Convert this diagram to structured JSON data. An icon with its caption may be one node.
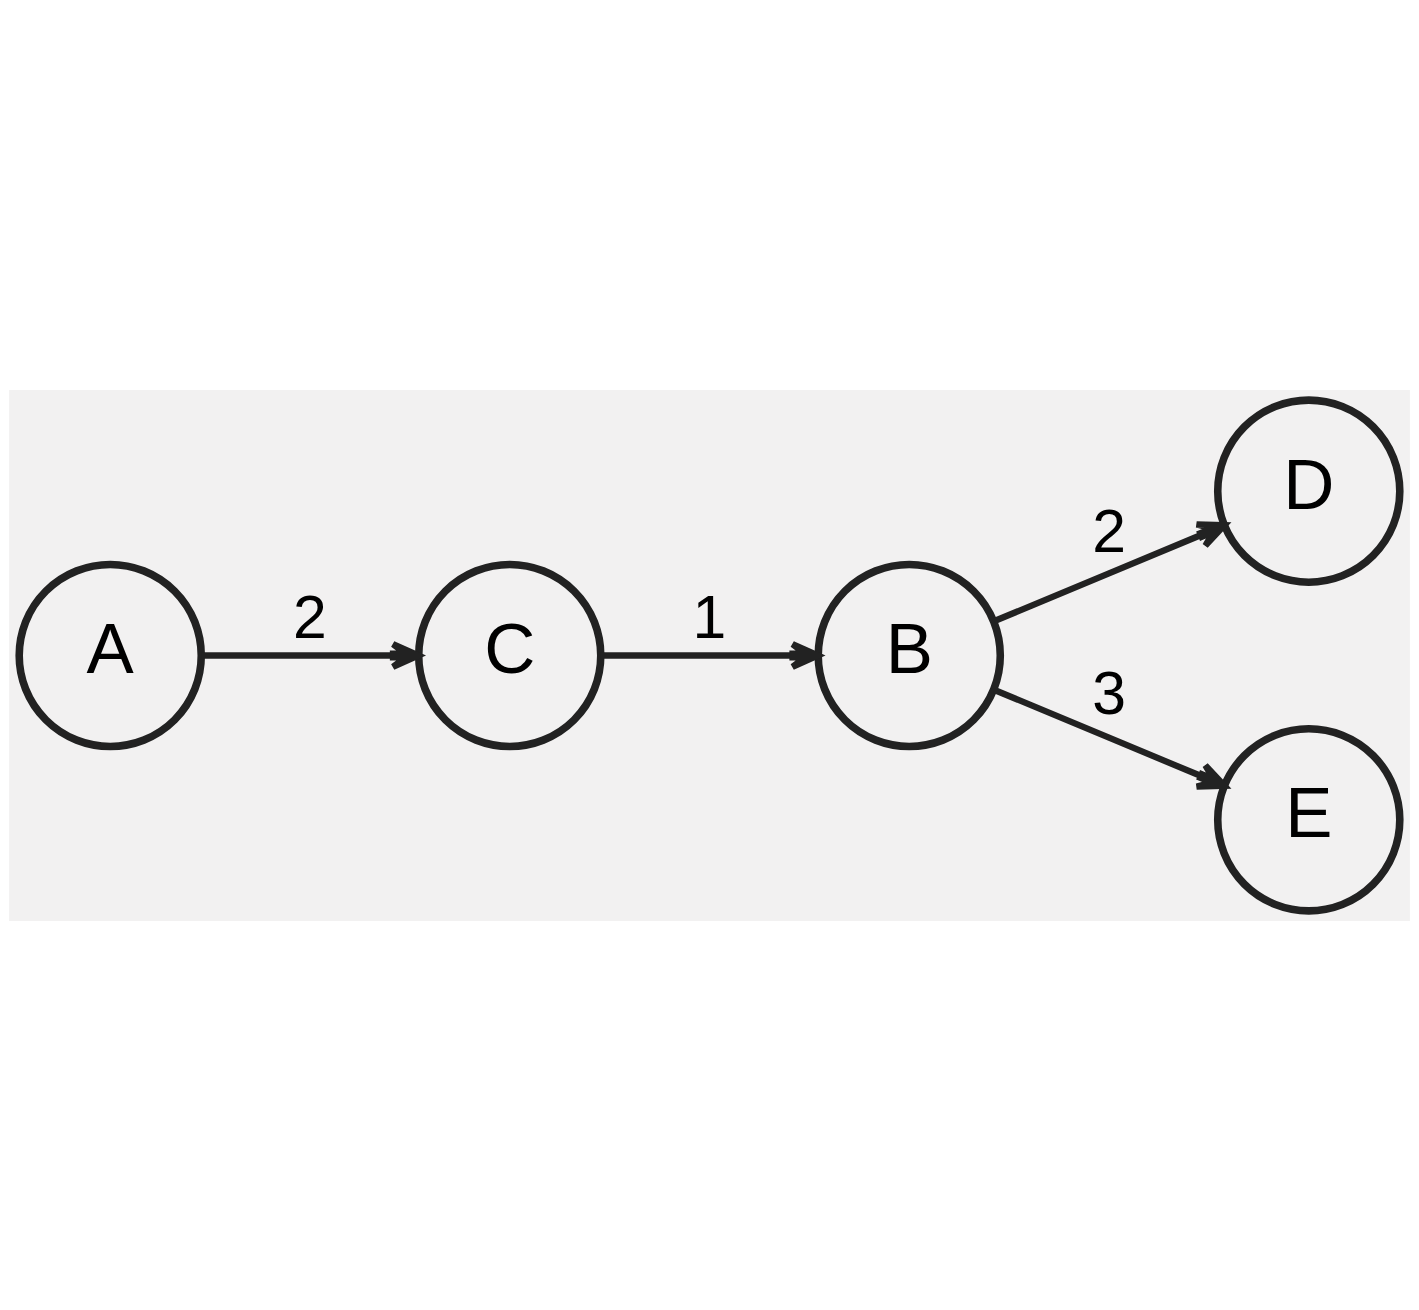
{
  "diagram": {
    "nodes": [
      {
        "text": [
          "B"
        ]
      },
      {
        "text": [
          "D"
        ]
      },
      {
        "text": [
          "A"
        ]
      },
      {
        "text": [
          "C"
        ]
      },
      {
        "text": [
          "E"
        ]
      }
    ],
    "edges": [
      {
        "from": 0,
        "to": 1,
        "arrow": "to",
        "label": "2"
      },
      {
        "from": 3,
        "to": 0,
        "arrow": "to",
        "label": "1"
      },
      {
        "from": 0,
        "to": 4,
        "arrow": "to",
        "label": "3"
      },
      {
        "from": 2,
        "to": 3,
        "arrow": "to",
        "label": "2"
      }
    ]
  }
}
